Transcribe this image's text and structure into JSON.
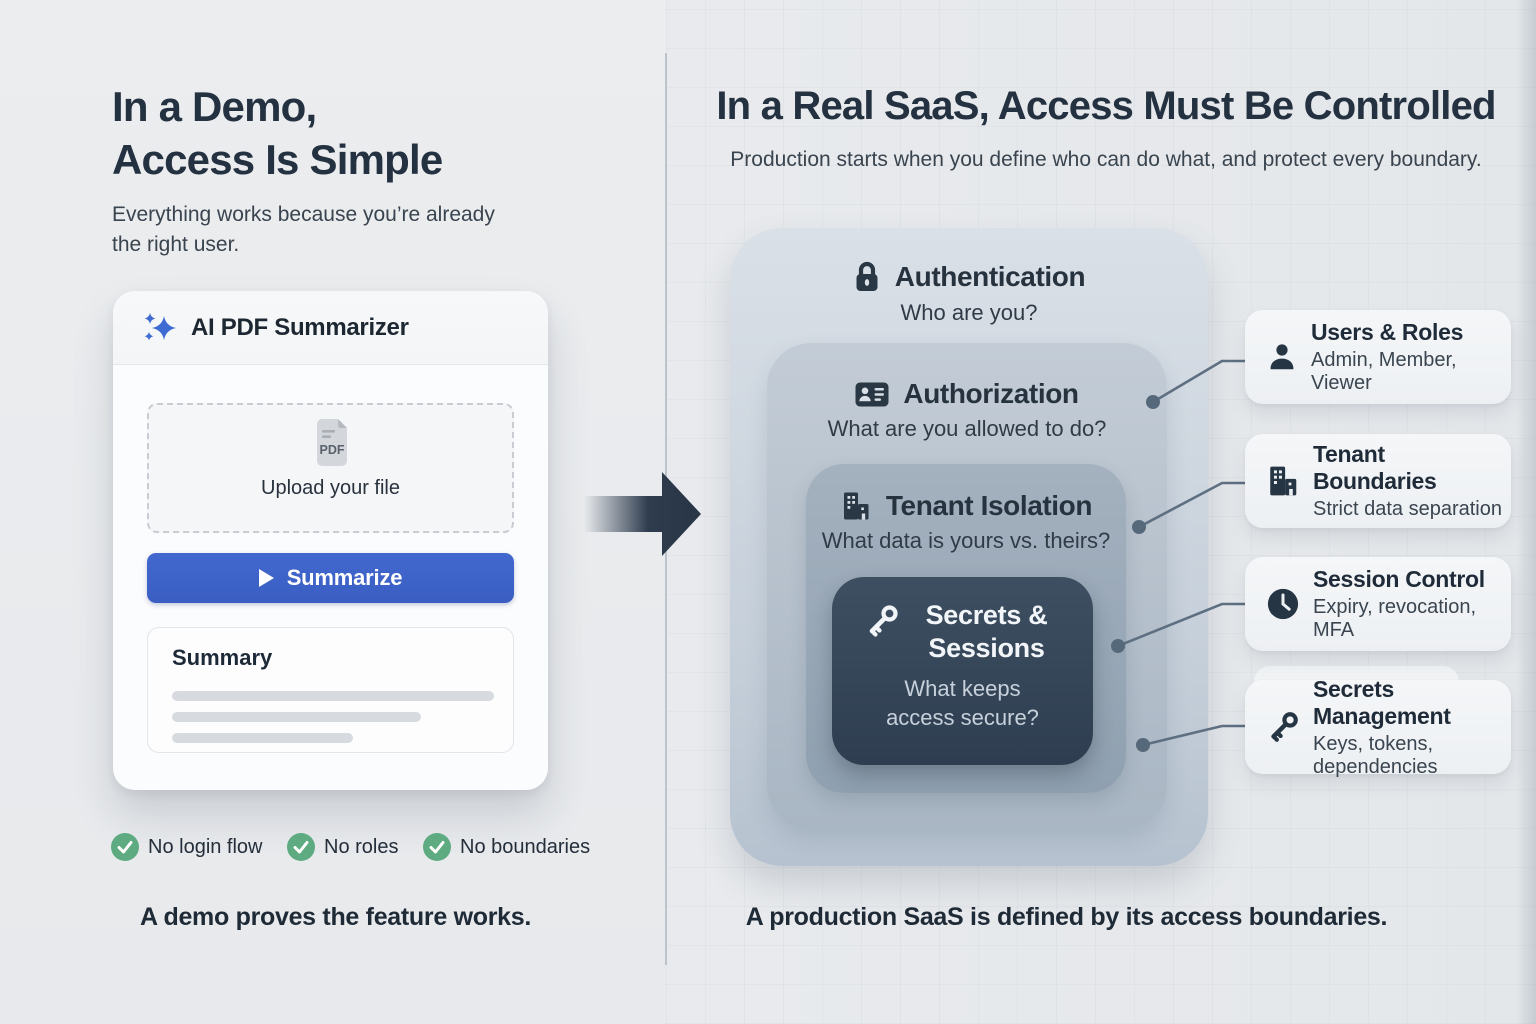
{
  "left": {
    "title_line1": "In a Demo,",
    "title_line2": "Access Is Simple",
    "subtitle": "Everything works because you’re already the right user.",
    "card": {
      "header": "AI PDF Summarizer",
      "pdf_badge": "PDF",
      "upload_label": "Upload your file",
      "button_label": "Summarize",
      "summary_title": "Summary"
    },
    "checks": [
      {
        "label": "No login flow"
      },
      {
        "label": "No roles"
      },
      {
        "label": "No boundaries"
      }
    ],
    "caption": "A demo proves the feature works."
  },
  "right": {
    "title": "In a Real SaaS, Access Must Be Controlled",
    "subtitle": "Production starts when you define who can do what, and protect every boundary.",
    "layers": [
      {
        "name": "Authentication",
        "question": "Who are you?",
        "icon": "lock-icon"
      },
      {
        "name": "Authorization",
        "question": "What are you allowed to do?",
        "icon": "id-card-icon"
      },
      {
        "name": "Tenant Isolation",
        "question": "What data is yours vs. theirs?",
        "icon": "building-icon"
      },
      {
        "name": "Secrets & Sessions",
        "question": "What keeps access secure?",
        "icon": "key-icon"
      }
    ],
    "callouts": [
      {
        "title": "Users & Roles",
        "subtitle": "Admin, Member, Viewer",
        "icon": "user-icon"
      },
      {
        "title": "Tenant Boundaries",
        "subtitle": "Strict data separation",
        "icon": "building-icon"
      },
      {
        "title": "Session Control",
        "subtitle": "Expiry, revocation, MFA",
        "icon": "clock-icon"
      },
      {
        "title": "Secrets Management",
        "subtitle": "Keys, tokens, dependencies",
        "icon": "key-icon"
      }
    ],
    "caption": "A production SaaS is defined by its access boundaries."
  },
  "colors": {
    "accent_blue": "#3B63C8",
    "sparkle_blue": "#3E6BD1",
    "check_green": "#5EAB81",
    "navy_dark": "#2A3845",
    "layer_outer": "#D0D9E2",
    "layer_mid": "#B5C0CC",
    "layer_inner": "#99A7B6",
    "layer_core": "#35465A",
    "connector": "#5D6F81",
    "title_text": "#243140"
  }
}
